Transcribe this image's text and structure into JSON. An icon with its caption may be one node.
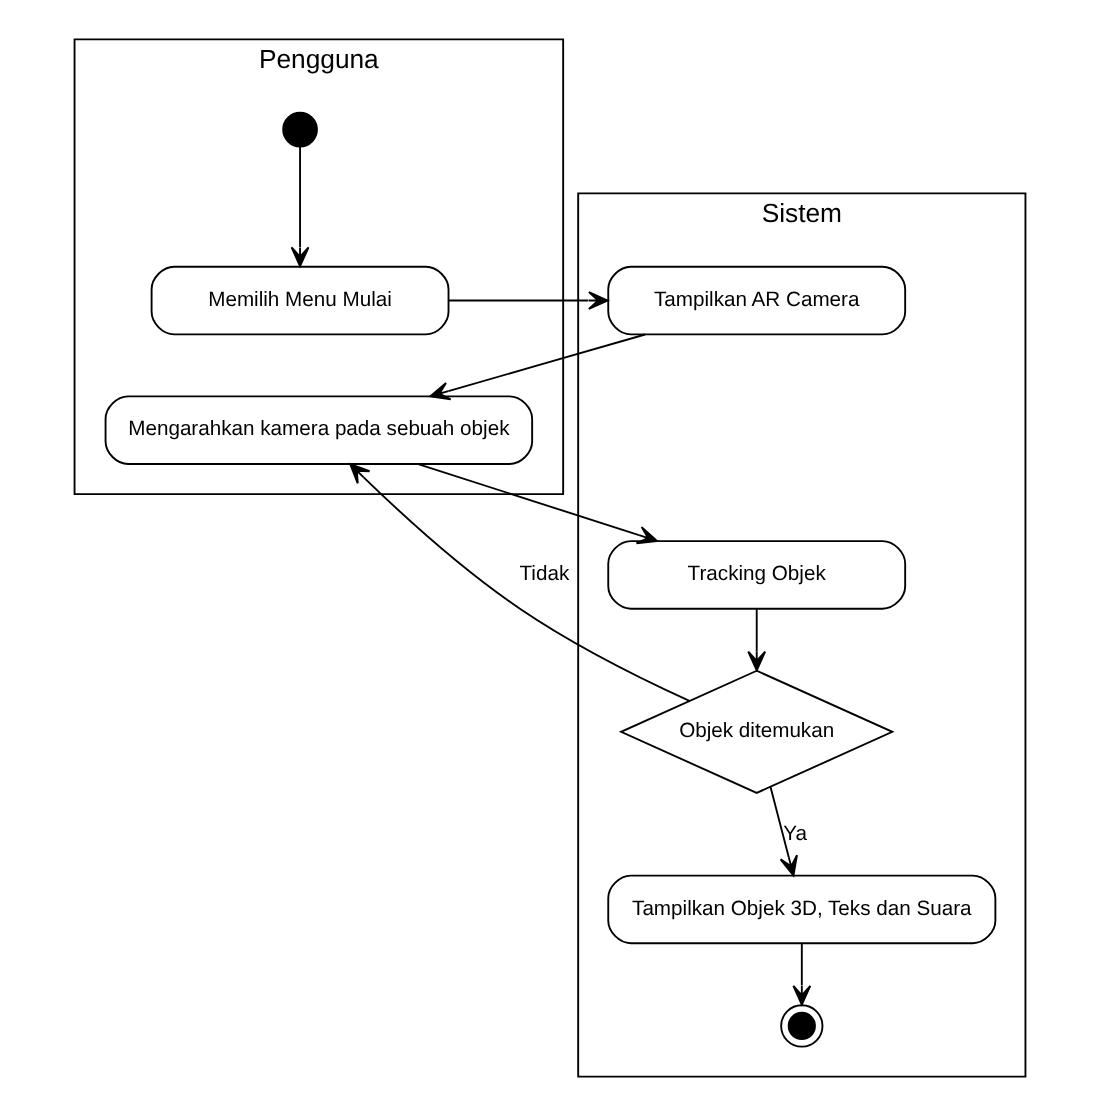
{
  "diagram": {
    "nodes": [
      {
        "text": [
          "Pengguna"
        ]
      },
      {
        "text": [
          "Sistem"
        ]
      },
      {
        "text": [],
        "shape": "circle",
        "in": 0
      },
      {
        "text": [
          "Memilih Menu Mulai"
        ],
        "in": 0
      },
      {
        "text": [
          "Tampilkan AR Camera"
        ],
        "in": 1
      },
      {
        "text": [
          "Mengarahkan kamera pada sebuah objek"
        ],
        "in": 0
      },
      {
        "text": [
          "Tracking Objek"
        ],
        "in": 1
      },
      {
        "text": [
          "Objek ditemukan"
        ],
        "in": 1
      },
      {
        "text": [
          "Tampilkan Objek 3D, Teks dan Suara"
        ],
        "in": 1
      },
      {
        "text": [],
        "shape": "circle",
        "in": 1
      }
    ],
    "edges": [
      {
        "from": 2,
        "to": 3,
        "arrow": "to"
      },
      {
        "from": 3,
        "to": 4,
        "arrow": "to"
      },
      {
        "from": 4,
        "to": 5,
        "arrow": "to"
      },
      {
        "from": 5,
        "to": 6,
        "arrow": "to"
      },
      {
        "from": 6,
        "to": 7,
        "arrow": "to"
      },
      {
        "from": 7,
        "to": 5,
        "label": "Tidak",
        "arrow": "to"
      },
      {
        "from": 7,
        "to": 8,
        "label": "Ya",
        "arrow": "to"
      },
      {
        "from": 8,
        "to": 9,
        "arrow": "to"
      }
    ]
  }
}
